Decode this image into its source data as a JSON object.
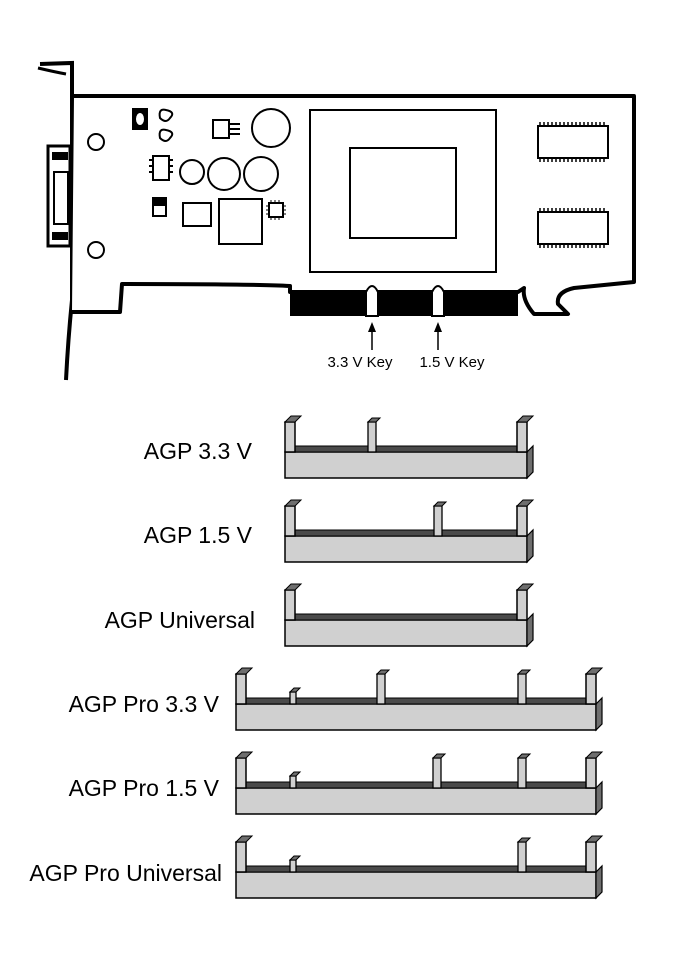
{
  "card": {
    "keys": [
      {
        "label": "3.3 V Key"
      },
      {
        "label": "1.5 V Key"
      }
    ]
  },
  "slots": [
    {
      "label": "AGP 3.3 V"
    },
    {
      "label": "AGP 1.5 V"
    },
    {
      "label": "AGP Universal"
    },
    {
      "label": "AGP Pro 3.3 V"
    },
    {
      "label": "AGP Pro 1.5 V"
    },
    {
      "label": "AGP Pro Universal"
    }
  ],
  "colors": {
    "slot_face": "#d0d0d0",
    "slot_dark": "#4a4a4a",
    "slot_side": "#6e6e6e",
    "outline": "#000000"
  }
}
